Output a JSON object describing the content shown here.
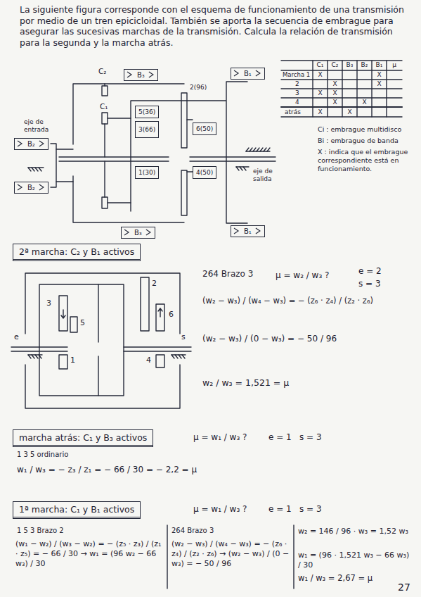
{
  "diagram": {
    "nodes": [
      {
        "text": [
          "B₃"
        ]
      },
      {
        "text": [
          "B₁"
        ]
      },
      {
        "text": [
          "5(36)"
        ]
      },
      {
        "text": [
          "3(66)"
        ]
      },
      {
        "text": [
          "6(50)"
        ]
      },
      {
        "text": [
          "B₂"
        ]
      },
      {
        "text": [
          "4(50)"
        ]
      },
      {
        "text": [
          "1(30)"
        ]
      },
      {
        "text": [
          "B₂"
        ]
      },
      {
        "text": [
          "B₃"
        ]
      },
      {
        "text": [
          "B₁"
        ]
      },
      {
        "text": [
          "2ª marcha: C₂ y B₁ activos"
        ]
      },
      {
        "text": [
          "marcha atrás: C₁ y B₃ activos"
        ]
      },
      {
        "text": [
          "1ª marcha: C₁ y B₁ activos"
        ]
      }
    ],
    "labels": [
      "La siguiente figura corresponde con el esquema de funcionamiento de una transmisión por medio de un tren epicicloidal. También se aporta la secuencia de embrague para asegurar las sucesivas marchas de la transmisión. Calcula la relación de transmisión para la segunda y la marcha atrás.",
      "C₂",
      "C₁",
      "eje de entrada",
      "2(96)",
      "eje de salida",
      "C₁",
      "C₂",
      "B₃",
      "B₂",
      "B₁",
      "μ",
      "Marcha 1",
      "2",
      "3",
      "4",
      "atrás",
      "X",
      "X",
      "X",
      "X",
      "X",
      "X",
      "X",
      "X",
      "X",
      "X",
      "Ci : embrague multidisco",
      "Bi : embrague de banda",
      "X : indica que el embrague correspondiente está en funcionamiento.",
      "2",
      "3",
      "5",
      "6",
      "1",
      "4",
      "e",
      "s",
      "264 Brazo 3",
      "μ = w₂ / w₃ ?",
      "e = 2",
      "s = 3",
      "(w₂ − w₃) / (w₄ − w₃) = − (z₆ · z₄) / (z₂ · z₆)",
      "(w₂ − w₃) / (0 − w₃) = − 50 / 96",
      "w₂ / w₃ = 1,521 = μ",
      "μ = w₁ / w₃ ?",
      "e = 1",
      "s = 3",
      "1 3 5 ordinario",
      "w₁ / w₃ = − z₃ / z₁ = − 66 / 30 = − 2,2 = μ",
      "μ = w₁ / w₃ ?",
      "e = 1",
      "s = 3",
      "1 5 3 Brazo 2",
      "(w₁ − w₂) / (w₃ − w₂) = − (z₅ · z₃) / (z₁ · z₅) = − 66 / 30 → w₁ = (96 w₂ − 66 w₃) / 30",
      "264 Brazo 3",
      "(w₂ − w₃) / (w₄ − w₃) = − (z₆ · z₄) / (z₂ · z₆) → (w₂ − w₃) / (0 − w₃) = − 50 / 96",
      "w₂ = 146 / 96 · w₃ = 1,52 w₃",
      "w₁ = (96 · 1,521 w₃ − 66 w₃) / 30",
      "w₁ / w₃ = 2,67 = μ",
      "27"
    ]
  }
}
